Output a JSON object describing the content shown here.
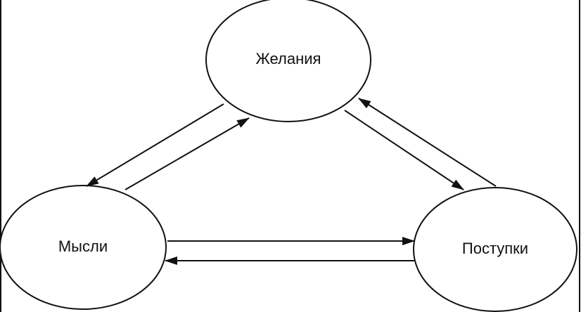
{
  "nodes": {
    "desires": {
      "label": "Желания"
    },
    "thoughts": {
      "label": "Мысли"
    },
    "actions": {
      "label": "Поступки"
    }
  },
  "edges": [
    {
      "from": "desires",
      "to": "thoughts"
    },
    {
      "from": "thoughts",
      "to": "desires"
    },
    {
      "from": "desires",
      "to": "actions"
    },
    {
      "from": "actions",
      "to": "desires"
    },
    {
      "from": "thoughts",
      "to": "actions"
    },
    {
      "from": "actions",
      "to": "thoughts"
    }
  ],
  "colors": {
    "stroke": "#111111",
    "background": "#ffffff"
  }
}
